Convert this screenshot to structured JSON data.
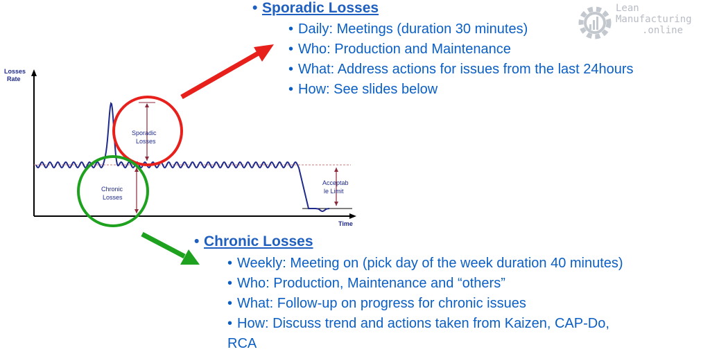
{
  "logo": {
    "lines": [
      "Lean",
      "Manufacturing",
      ".online"
    ],
    "color": "#b8bcc4"
  },
  "sporadic": {
    "heading": "Sporadic Losses",
    "items": [
      "Daily: Meetings (duration 30 minutes)",
      "Who: Production and Maintenance",
      "What: Address actions for issues from the last 24hours",
      "How: See slides below"
    ]
  },
  "chronic": {
    "heading": "Chronic Losses",
    "items": [
      "Weekly: Meeting on (pick day of the week duration 40 minutes)",
      "Who: Production, Maintenance and “others”",
      "What: Follow-up on progress for chronic issues",
      "How: Discuss trend and actions taken from Kaizen, CAP-Do,",
      "RCA"
    ]
  },
  "chart": {
    "y_axis_label_1": "Losses",
    "y_axis_label_2": "Rate",
    "x_axis_label": "Time",
    "sporadic_label_1": "Sporadic",
    "sporadic_label_2": "Losses",
    "chronic_label_1": "Chronic",
    "chronic_label_2": "Losses",
    "limit_label_1": "Acceptab",
    "limit_label_2": "le Limit"
  },
  "colors": {
    "text_blue": "#0b5fc4",
    "red_accent": "#e8201c",
    "green_accent": "#1ea11e",
    "curve_navy": "#1f2a8a",
    "marker_maroon": "#8b2a3a"
  }
}
